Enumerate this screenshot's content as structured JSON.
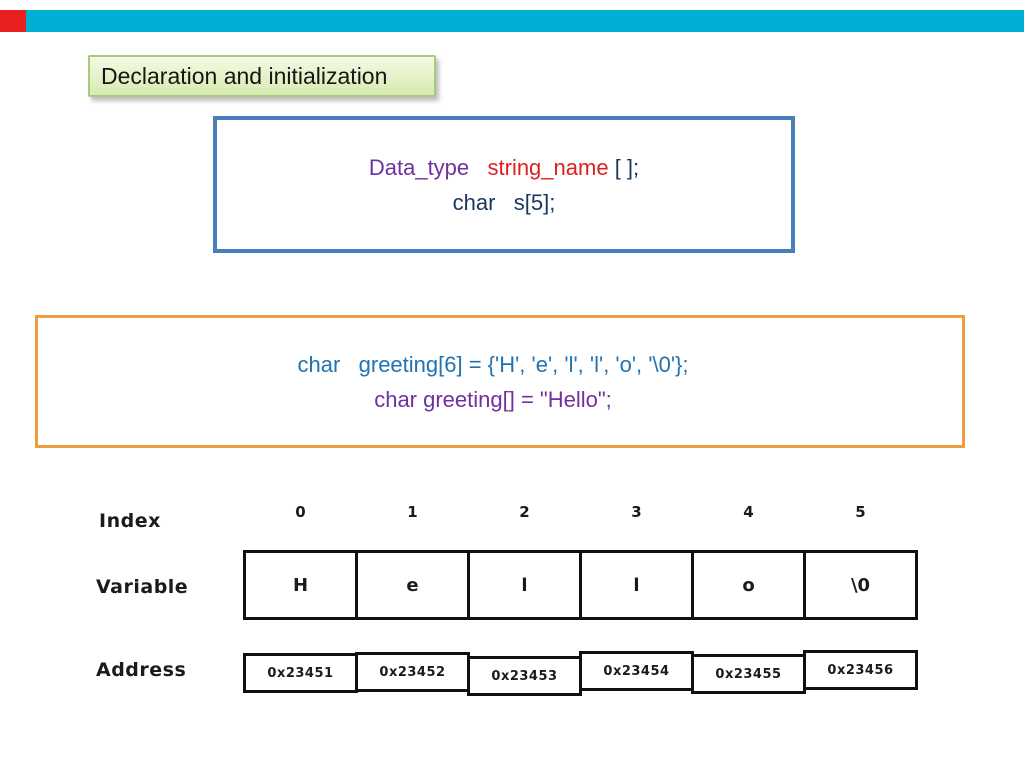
{
  "title": {
    "text": "Declaration and initialization"
  },
  "declaration_box": {
    "line1_type": "Data_type",
    "line1_sep": "   ",
    "line1_name": "string_name",
    "line1_rest": " [ ];",
    "line2": "char   s[5];"
  },
  "initialization_box": {
    "line1": "char   greeting[6] = {'H', 'e', 'l', 'l', 'o', '\\0'};",
    "line2": "char greeting[] = \"Hello\";"
  },
  "memory_table": {
    "row_labels": {
      "index": "Index",
      "variable": "Variable",
      "address": "Address"
    },
    "indices": [
      "0",
      "1",
      "2",
      "3",
      "4",
      "5"
    ],
    "variables": [
      "H",
      "e",
      "l",
      "l",
      "o",
      "\\0"
    ],
    "addresses": [
      "0x23451",
      "0x23452",
      "0x23453",
      "0x23454",
      "0x23455",
      "0x23456"
    ]
  },
  "colors": {
    "top_bar_cyan": "#00afd4",
    "top_bar_red": "#e8201f",
    "title_box_border": "#a8c97f",
    "title_box_fill_top": "#f4fae4",
    "title_box_fill_bottom": "#d6ebb0",
    "declaration_box_border": "#4a7ebb",
    "initialization_box_border": "#ee9d3d",
    "code_purple": "#7030a0",
    "code_red": "#dd1f1f",
    "code_navy": "#17375e",
    "code_blue": "#2173b2",
    "table_border": "#101010"
  }
}
